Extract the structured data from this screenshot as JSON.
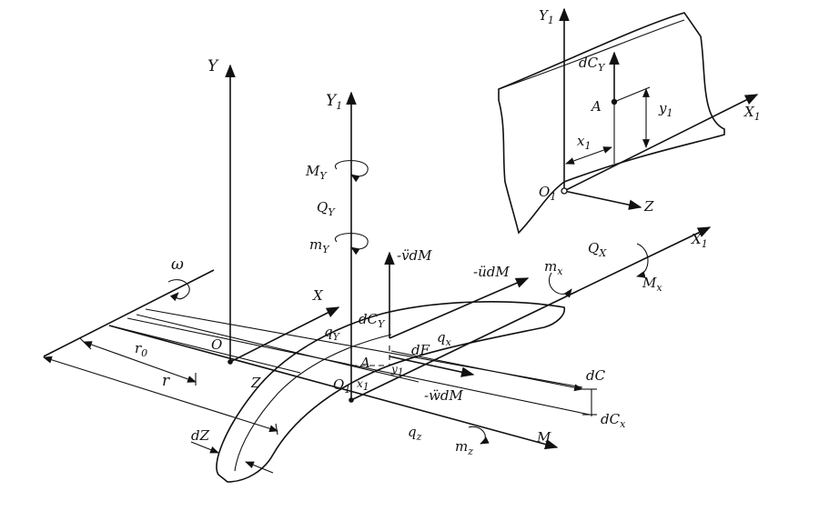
{
  "labels": {
    "Y": "Y",
    "Y1_main": "Y",
    "Y1_main_sub": "1",
    "My": "M",
    "My_sub": "Y",
    "Qy": "Q",
    "Qy_sub": "Y",
    "my": "m",
    "my_sub": "Y",
    "v_dM": "-v̈dM",
    "u_dM": "-üdM",
    "w_dM": "-ẅdM",
    "omega": "ω",
    "X": "X",
    "O": "O",
    "O1_main": "O",
    "O1_main_sub": "1",
    "qy": "q",
    "qy_sub": "Y",
    "dCy_main": "dC",
    "dCy_main_sub": "Y",
    "A_main": "A",
    "dF": "dF",
    "qx": "q",
    "qx_sub": "x",
    "mx": "m",
    "mx_sub": "x",
    "Qx": "Q",
    "Qx_sub": "X",
    "Mx": "M",
    "Mx_sub": "x",
    "X1_main": "X",
    "X1_main_sub": "1",
    "r0": "r",
    "r0_sub": "0",
    "r": "r",
    "Z_main": "Z",
    "dZ": "dZ",
    "qz": "q",
    "qz_sub": "z",
    "mz": "m",
    "mz_sub": "z",
    "Mz": "M",
    "dC": "dC",
    "dCx": "dC",
    "dCx_sub": "x",
    "y1_main": "y",
    "y1_main_sub": "1",
    "x1_main": "x",
    "x1_main_sub": "1",
    "inset_Y1": "Y",
    "inset_Y1_sub": "1",
    "inset_dCy": "dC",
    "inset_dCy_sub": "Y",
    "inset_A": "A",
    "inset_y1": "y",
    "inset_y1_sub": "1",
    "inset_x1": "x",
    "inset_x1_sub": "1",
    "inset_X1": "X",
    "inset_X1_sub": "1",
    "inset_O1": "O",
    "inset_O1_sub": "1",
    "inset_Z": "Z"
  }
}
